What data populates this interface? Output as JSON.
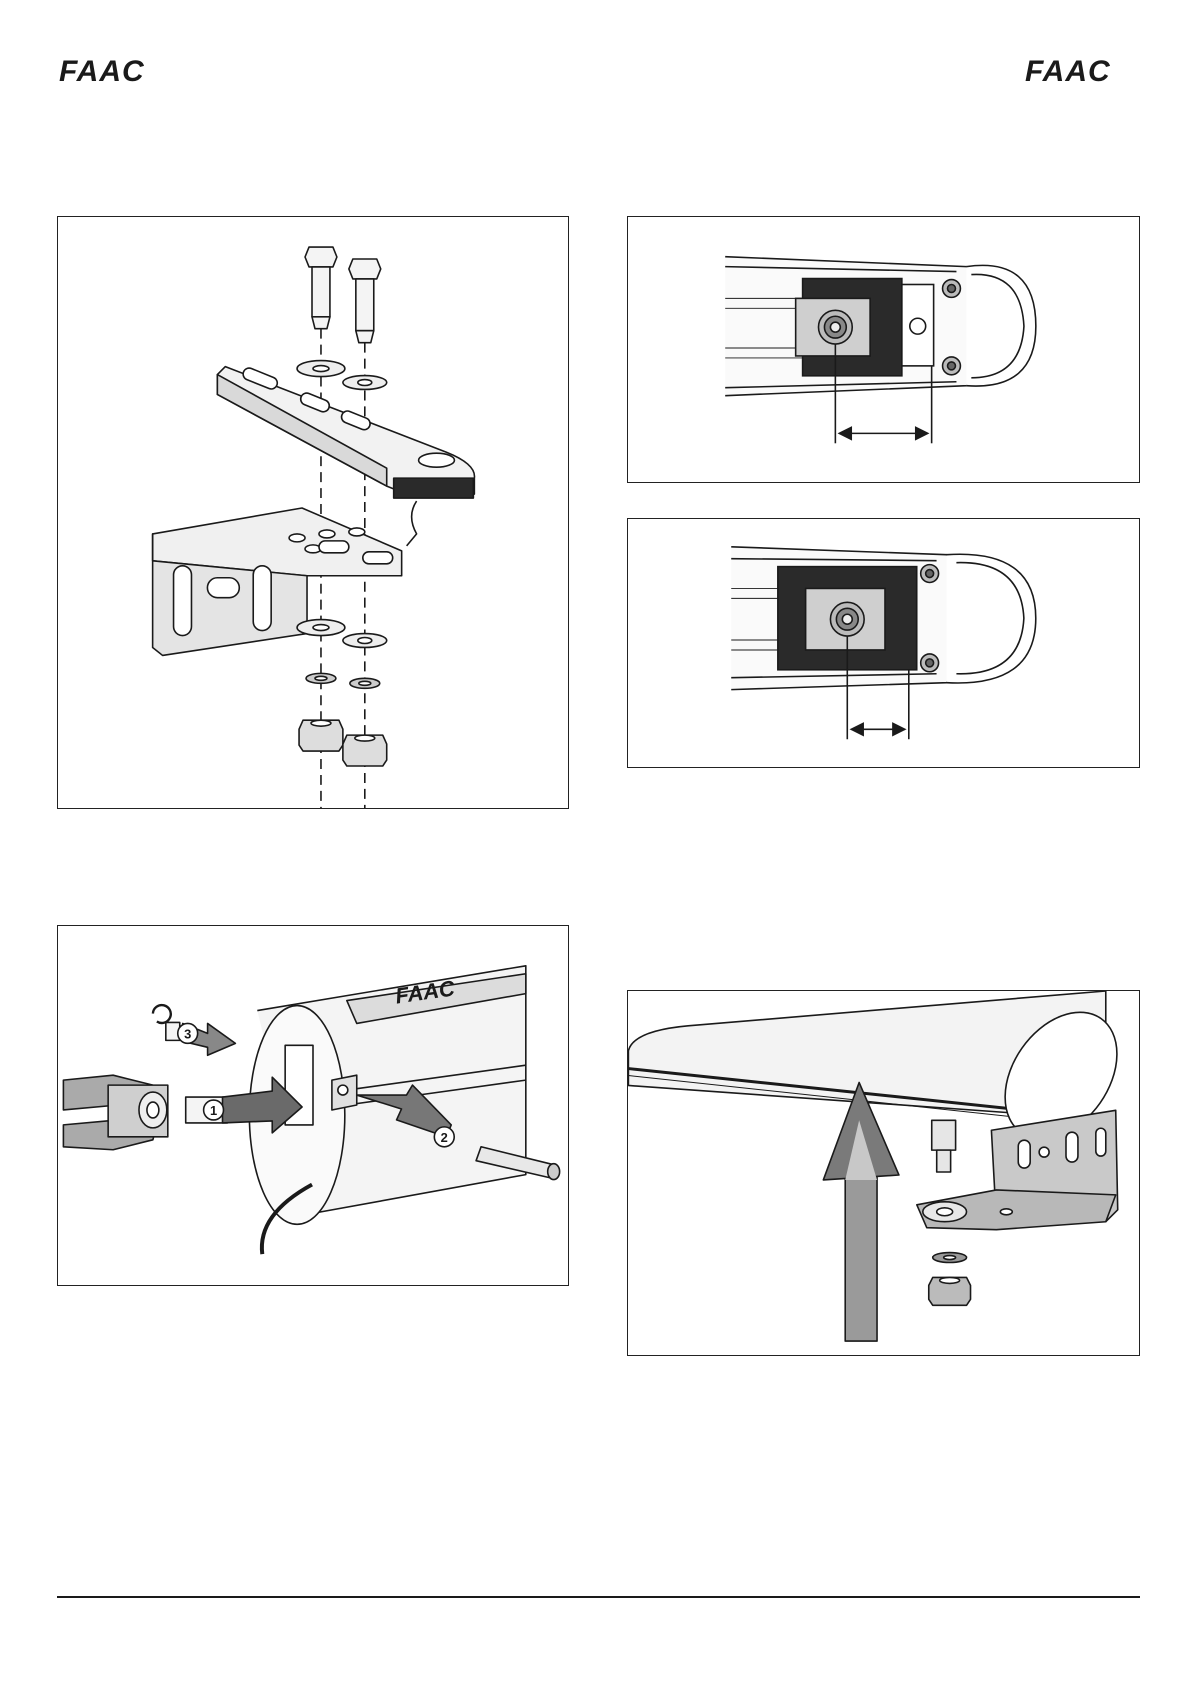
{
  "header": {
    "logo_left": "FAAC",
    "logo_right": "FAAC"
  },
  "figures": {
    "pin_assembly": {
      "steps": [
        "1",
        "2",
        "3"
      ],
      "housing_lettering": "FAAC"
    }
  },
  "colors": {
    "line": "#1a1a1a",
    "metal_light": "#e6e6e6",
    "metal_mid": "#bdbdbd",
    "rubber": "#2a2a2a",
    "arrow_dark": "#555555",
    "arrow_light": "#d9d9d9"
  }
}
